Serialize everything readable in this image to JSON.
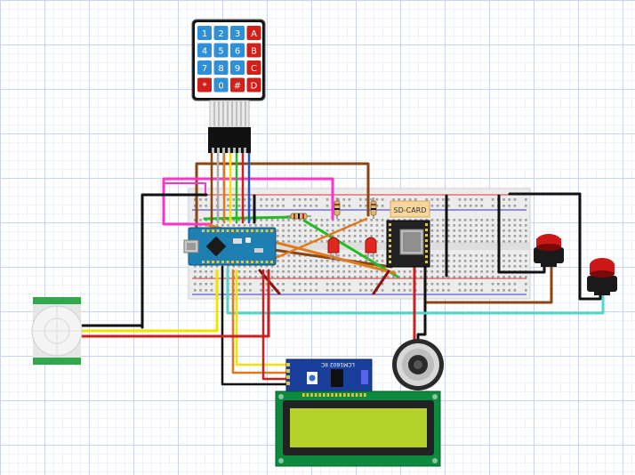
{
  "keypad": {
    "keys": [
      "1",
      "2",
      "3",
      "A",
      "4",
      "5",
      "6",
      "B",
      "7",
      "8",
      "9",
      "C",
      "*",
      "0",
      "#",
      "D"
    ]
  },
  "sd_module": {
    "label": "SD-CARD"
  },
  "lcd_module": {
    "label": "LCM1602 IIC"
  },
  "colors": {
    "breadboard": "#ececec",
    "arduino_board": "#1e7fb3",
    "keypad_digit_key": "#2f8fd8",
    "keypad_letter_key": "#d0201a",
    "lcd_board": "#0c8a3e",
    "lcd_screen": "#b4d22a",
    "i2c_board": "#1a3f9a",
    "pir_sensor": "#2ea84a",
    "push_button_cap": "#cc1818",
    "wire_brown": "#8b4513",
    "wire_magenta": "#ff33cc",
    "wire_green": "#22bb22",
    "wire_cyan": "#55d6cc",
    "wire_yellow": "#f2e400",
    "wire_orange": "#e07a1a",
    "wire_red": "#cc2020",
    "wire_black": "#111111"
  },
  "icons": [
    "pir-motion-sensor-icon",
    "speaker-icon",
    "push-button-icon",
    "usb-connector-icon",
    "microcontroller-chip-icon"
  ]
}
